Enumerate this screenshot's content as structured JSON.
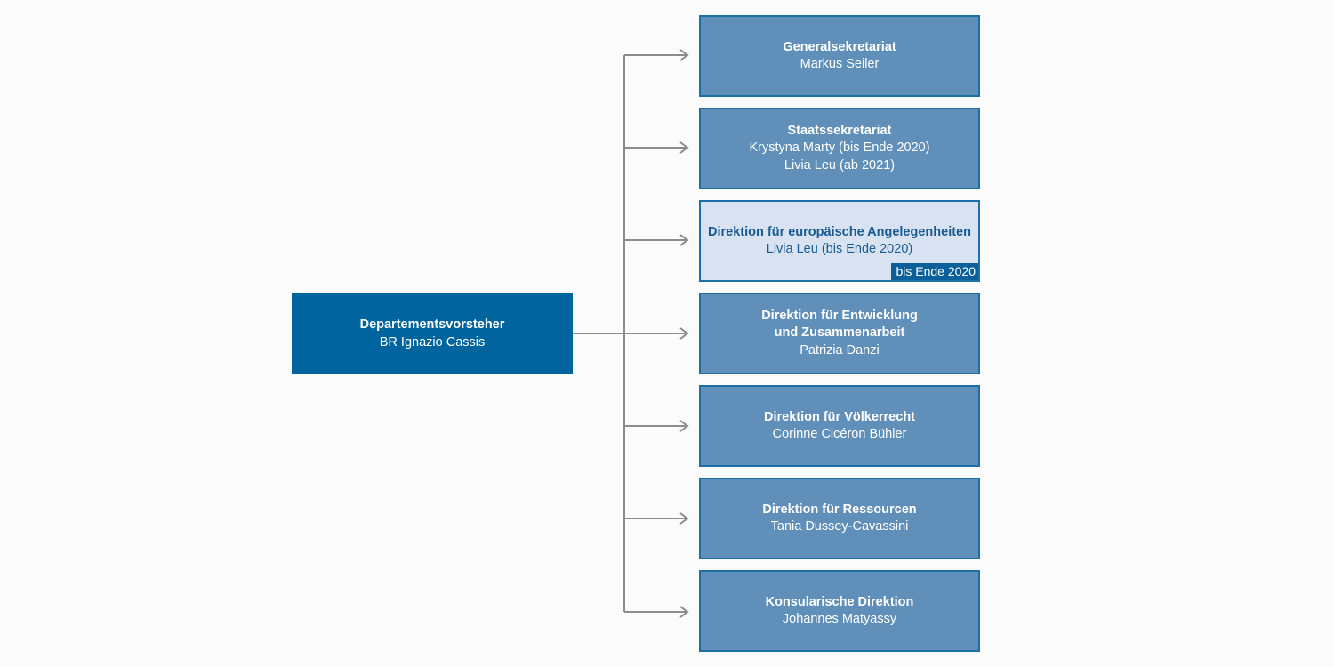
{
  "head": {
    "title": "Departementsvorsteher",
    "name": "BR Ignazio Cassis"
  },
  "units": [
    {
      "title_lines": [
        "Generalsekretariat"
      ],
      "people": [
        "Markus Seiler"
      ],
      "highlight": false
    },
    {
      "title_lines": [
        "Staatssekretariat"
      ],
      "people": [
        "Krystyna Marty (bis Ende 2020)",
        "Livia Leu (ab 2021)"
      ],
      "highlight": false
    },
    {
      "title_lines": [
        "Direktion für europäische Angelegenheiten"
      ],
      "people": [
        "Livia Leu (bis Ende 2020)"
      ],
      "highlight": true,
      "badge": "bis Ende 2020"
    },
    {
      "title_lines": [
        "Direktion für Entwicklung",
        "und Zusammenarbeit"
      ],
      "people": [
        "Patrizia Danzi"
      ],
      "highlight": false
    },
    {
      "title_lines": [
        "Direktion für Völkerrecht"
      ],
      "people": [
        "Corinne Cicéron Bühler"
      ],
      "highlight": false
    },
    {
      "title_lines": [
        "Direktion für Ressourcen"
      ],
      "people": [
        "Tania Dussey-Cavassini"
      ],
      "highlight": false
    },
    {
      "title_lines": [
        "Konsularische Direktion"
      ],
      "people": [
        "Johannes Matyassy"
      ],
      "highlight": false
    }
  ],
  "colors": {
    "head_fill": "#00649f",
    "unit_fill": "#6090b9",
    "unit_border": "#1d6fa8",
    "highlight_fill": "#d9e2f0",
    "highlight_text": "#185b94",
    "badge_fill": "#0b5f9a",
    "connector": "#8c8c8c"
  }
}
